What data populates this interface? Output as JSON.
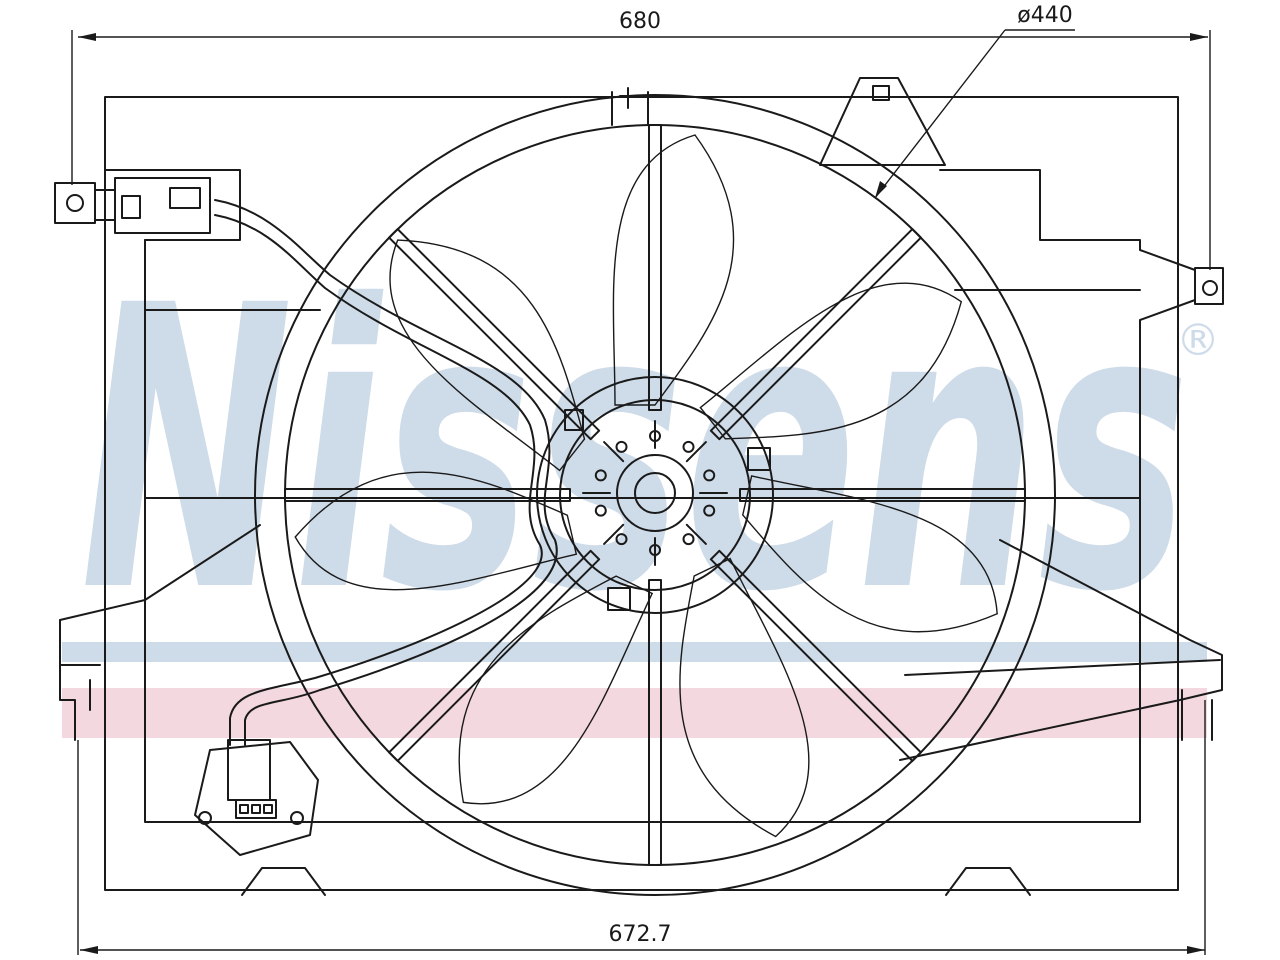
{
  "dimensions": {
    "top_width": "680",
    "bottom_width": "672.7",
    "fan_diameter": "ø440"
  },
  "watermark": {
    "text": "Nissens",
    "registered_mark": "®",
    "text_color": "#c9d8e6",
    "stripe_blue": "#c9d8e6",
    "stripe_pink": "#f2d4dc"
  },
  "colors": {
    "line": "#1a1a1a",
    "background": "#ffffff",
    "mesh": "#333333"
  },
  "fan": {
    "blade_count": 7,
    "spoke_count": 8,
    "hub_bolt_count": 10
  }
}
